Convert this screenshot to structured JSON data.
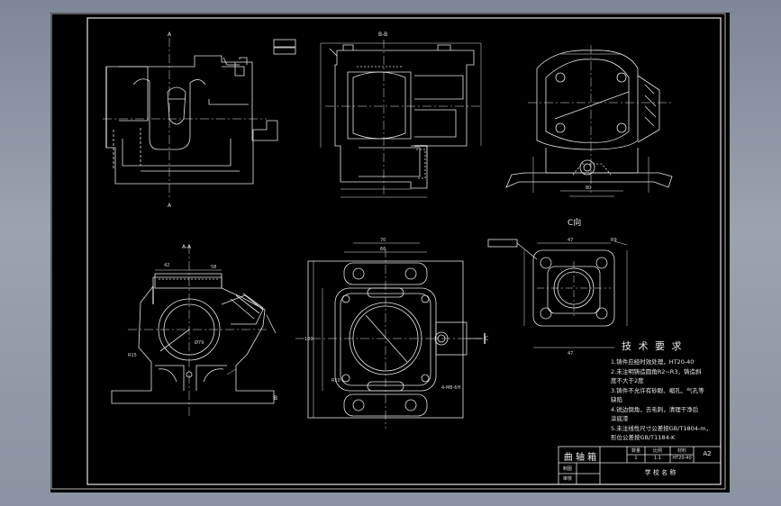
{
  "views": {
    "section_aa": "A-A",
    "view_c": "C向",
    "section_bb": "B-B",
    "cut_a": "A",
    "cut_b": "B",
    "cut_c": "C"
  },
  "dims": {
    "d_179": "Ø79",
    "d_r15": "R15",
    "d_100": "100",
    "d_70": "70",
    "d_47": "47",
    "d_r9": "R9",
    "d_r10": "R10",
    "d_58": "58",
    "d_42": "42",
    "d_m8": "4-M8-6H",
    "d_66": "66",
    "d_80": "80"
  },
  "tech": {
    "title": "技 术 要 求",
    "line1": "1.铸件应经时效处理，HT20-40",
    "line2": "2.未注明铸造圆角R2~R3，铸造斜",
    "line3": "度不大于2度",
    "line4": "3.铸件不允许有砂眼、缩孔、气孔等",
    "line5": "缺陷",
    "line6": "4.锐边倒角，去毛刺，清理干净后",
    "line7": "涂底漆",
    "line8": "5.未注线性尺寸公差按GB/T1804-m，",
    "line9": "形位公差按GB/T1184-K"
  },
  "title_block": {
    "part_name": "曲 轴 箱",
    "qty_label": "数量",
    "scale_label": "比例",
    "material_label": "材料",
    "sheet": "A2",
    "qty": "1",
    "scale": "1:1",
    "material": "HT20-40",
    "drawn_label": "制图",
    "checked_label": "审核",
    "school": "学 校 名 称"
  },
  "colors": {
    "background": "#000000",
    "line": "#e6e6e6",
    "chrome": "#8a93a1"
  }
}
